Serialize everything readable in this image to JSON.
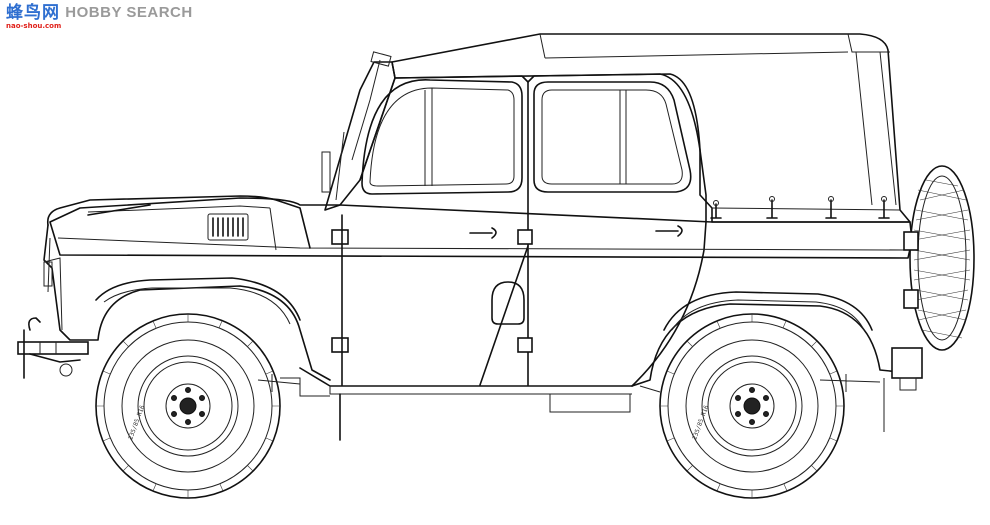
{
  "watermark": {
    "logo_text": "蜂鸟网",
    "url_text": "nao-shou.com",
    "brand_text": "HOBBY SEARCH"
  },
  "colors": {
    "line": "#111111",
    "watermark_blue": "#2f6fd0",
    "watermark_red": "#e0201a",
    "watermark_gray": "#9a9a9a"
  },
  "tire_marking": "235/85 R16"
}
